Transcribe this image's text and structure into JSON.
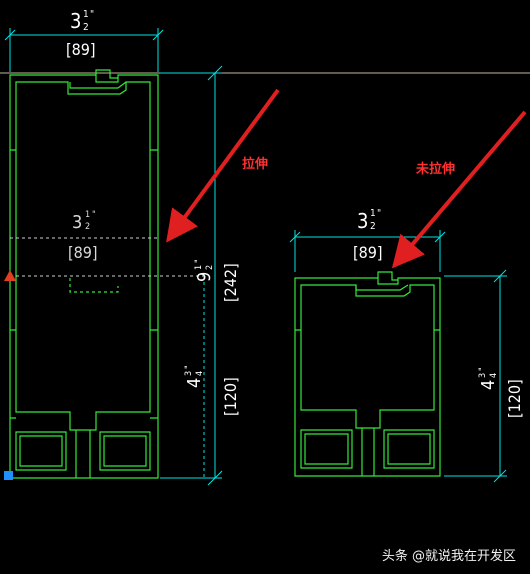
{
  "colors": {
    "background": "#000000",
    "profile": "#34e83a",
    "dimension_line": "#00e5e5",
    "dimension_text": "#ffffff",
    "arrow": "#e02020",
    "label": "#ff3030",
    "top_line": "#c8b4a0",
    "grip_blue": "#1e90ff"
  },
  "labels": {
    "stretched": "拉伸",
    "not_stretched": "未拉伸"
  },
  "dimensions": {
    "left_width_in": "3",
    "left_width_frac_num": "1",
    "left_width_frac_den": "2",
    "left_width_mm": "[89]",
    "mid_width_in": "3",
    "mid_width_mm": "[89]",
    "left_height_in": "9",
    "left_height_mm": "[242]",
    "left_lower_in": "4",
    "left_lower_frac_num": "3",
    "left_lower_frac_den": "4",
    "left_lower_mm": "[120]",
    "right_width_in": "3",
    "right_width_frac_num": "1",
    "right_width_frac_den": "2",
    "right_width_mm": "[89]",
    "right_height_in": "4",
    "right_height_frac_num": "3",
    "right_height_frac_den": "4",
    "right_height_mm": "[120]",
    "inch_mark": "\""
  },
  "watermark": {
    "text": "头条 @就说我在开发区"
  }
}
